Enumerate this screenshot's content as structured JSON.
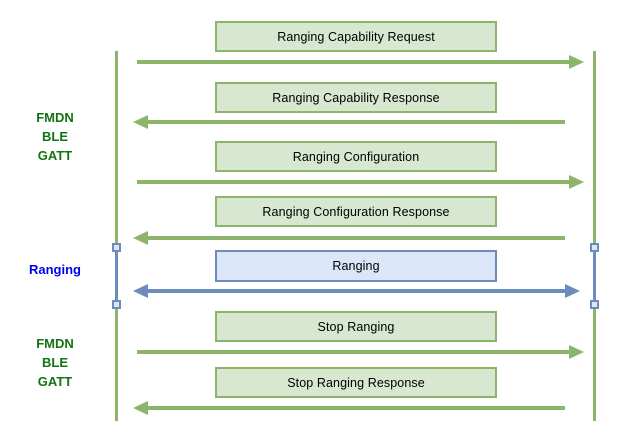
{
  "colors": {
    "background": "#ffffff",
    "green_stroke": "#8cb46a",
    "green_fill": "#d7e7d0",
    "green_label_text": "#127312",
    "blue_stroke": "#6d8cbd",
    "blue_fill": "#dbe6f8",
    "blue_label_text": "#0000ee",
    "box_text": "#000000",
    "square_fill": "#dce8f8"
  },
  "diagram": {
    "type": "sequence",
    "lifelines": [
      {
        "id": "left"
      },
      {
        "id": "right"
      }
    ],
    "phases": [
      {
        "id": "fmdn-ble-gatt-top",
        "channel": "green",
        "lines": [
          "FMDN",
          "BLE",
          "GATT"
        ]
      },
      {
        "id": "ranging",
        "channel": "blue",
        "lines": [
          "Ranging"
        ]
      },
      {
        "id": "fmdn-ble-gatt-bottom",
        "channel": "green",
        "lines": [
          "FMDN",
          "BLE",
          "GATT"
        ]
      }
    ],
    "messages": [
      {
        "label": "Ranging Capability Request",
        "direction": "right",
        "channel": "green"
      },
      {
        "label": "Ranging Capability Response",
        "direction": "left",
        "channel": "green"
      },
      {
        "label": "Ranging Configuration",
        "direction": "right",
        "channel": "green"
      },
      {
        "label": "Ranging Configuration Response",
        "direction": "left",
        "channel": "green"
      },
      {
        "label": "Ranging",
        "direction": "both",
        "channel": "blue"
      },
      {
        "label": "Stop Ranging",
        "direction": "right",
        "channel": "green"
      },
      {
        "label": "Stop Ranging Response",
        "direction": "left",
        "channel": "green"
      }
    ]
  }
}
